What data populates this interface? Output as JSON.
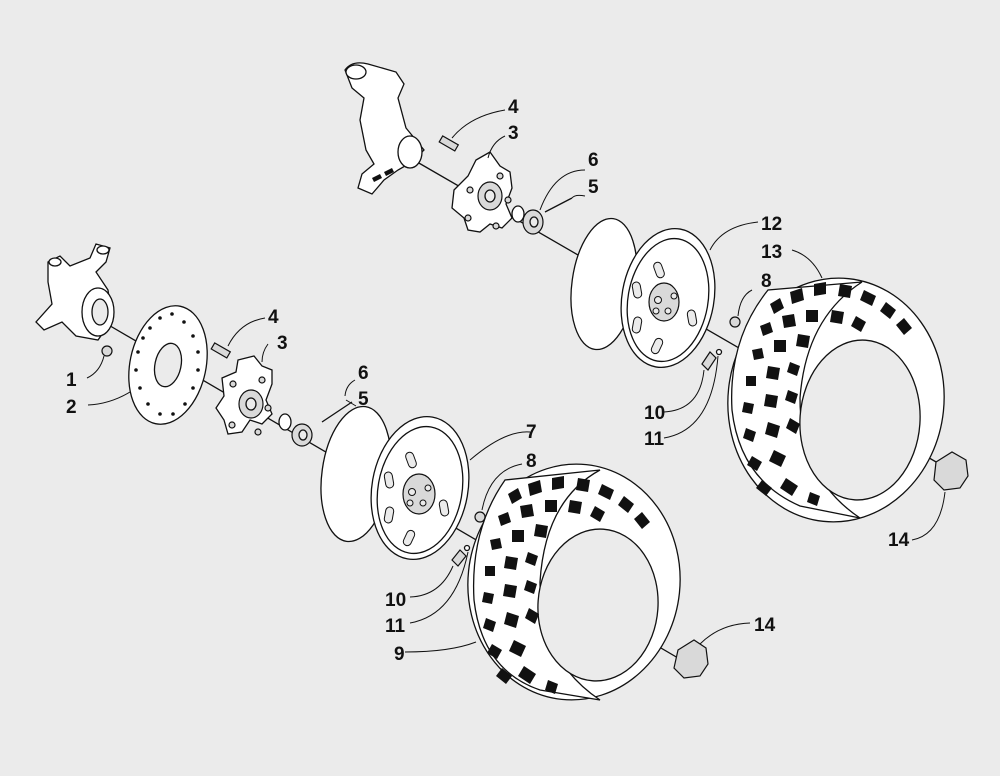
{
  "callouts": [
    "1",
    "2",
    "3",
    "4",
    "5",
    "6",
    "7",
    "8",
    "9",
    "10",
    "11",
    "12",
    "13",
    "14"
  ],
  "labels": {
    "c1": "1",
    "c2": "2",
    "c3a": "3",
    "c4a": "4",
    "c5a": "5",
    "c6a": "6",
    "c7": "7",
    "c8a": "8",
    "c9": "9",
    "c10a": "10",
    "c11a": "11",
    "c14a": "14",
    "c3b": "3",
    "c4b": "4",
    "c5b": "5",
    "c6b": "6",
    "c12": "12",
    "c13": "13",
    "c8b": "8",
    "c10b": "10",
    "c11b": "11",
    "c14b": "14"
  },
  "colors": {
    "background": "#ebebeb",
    "line": "#111111",
    "part_fill": "#ffffff"
  }
}
